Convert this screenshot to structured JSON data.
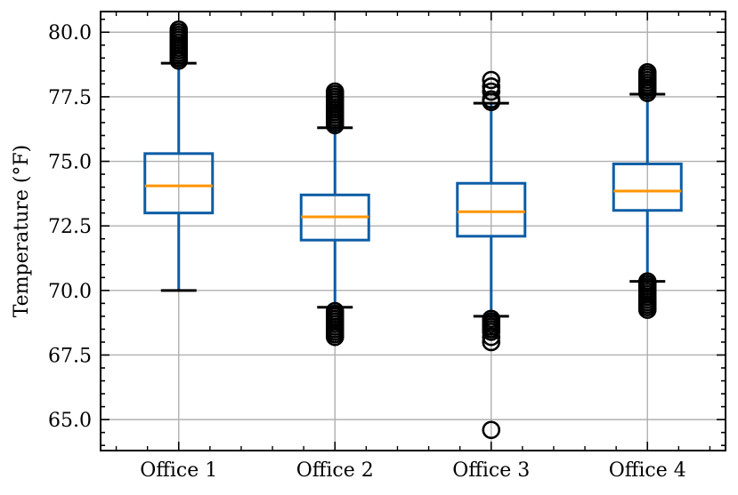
{
  "chart_data": {
    "type": "box",
    "title": "",
    "xlabel": "",
    "ylabel": "Temperature (°F)",
    "ylim": [
      63.8,
      80.8
    ],
    "yticks": [
      65.0,
      67.5,
      70.0,
      72.5,
      75.0,
      77.5,
      80.0
    ],
    "ytick_labels": [
      "65.0",
      "67.5",
      "70.0",
      "72.5",
      "75.0",
      "77.5",
      "80.0"
    ],
    "grid": true,
    "categories": [
      "Office 1",
      "Office 2",
      "Office 3",
      "Office 4"
    ],
    "boxes": [
      {
        "category": "Office 1",
        "whisker_low": 70.0,
        "q1": 73.0,
        "median": 74.05,
        "q3": 75.3,
        "whisker_high": 78.8,
        "outliers": [
          78.9,
          79.0,
          79.1,
          79.2,
          79.3,
          79.4,
          79.5,
          79.6,
          79.7,
          79.8,
          79.9,
          80.0,
          80.1
        ]
      },
      {
        "category": "Office 2",
        "whisker_low": 69.35,
        "q1": 71.95,
        "median": 72.85,
        "q3": 73.7,
        "whisker_high": 76.3,
        "outliers": [
          68.2,
          68.3,
          68.4,
          68.5,
          68.6,
          68.7,
          68.8,
          68.9,
          69.0,
          69.1,
          69.2,
          76.4,
          76.5,
          76.6,
          76.7,
          76.8,
          76.9,
          77.0,
          77.1,
          77.2,
          77.3,
          77.4,
          77.5,
          77.6,
          77.7
        ]
      },
      {
        "category": "Office 3",
        "whisker_low": 69.0,
        "q1": 72.1,
        "median": 73.05,
        "q3": 74.15,
        "whisker_high": 77.25,
        "outliers": [
          64.6,
          68.0,
          68.2,
          68.4,
          68.5,
          68.6,
          68.7,
          68.8,
          68.9,
          77.3,
          77.4,
          77.7,
          77.9,
          78.15
        ]
      },
      {
        "category": "Office 4",
        "whisker_low": 70.35,
        "q1": 73.1,
        "median": 73.85,
        "q3": 74.9,
        "whisker_high": 77.6,
        "outliers": [
          69.25,
          69.35,
          69.45,
          69.55,
          69.65,
          69.75,
          69.85,
          69.95,
          70.05,
          70.15,
          70.25,
          70.35,
          77.65,
          77.75,
          77.85,
          77.95,
          78.05,
          78.15,
          78.25,
          78.35,
          78.45
        ]
      }
    ],
    "colors": {
      "box": "#0C5DA5",
      "median": "#FF9500",
      "whisker": "#0C5DA5",
      "cap": "#000000",
      "outlier": "#000000",
      "grid": "#b0b0b0"
    }
  }
}
